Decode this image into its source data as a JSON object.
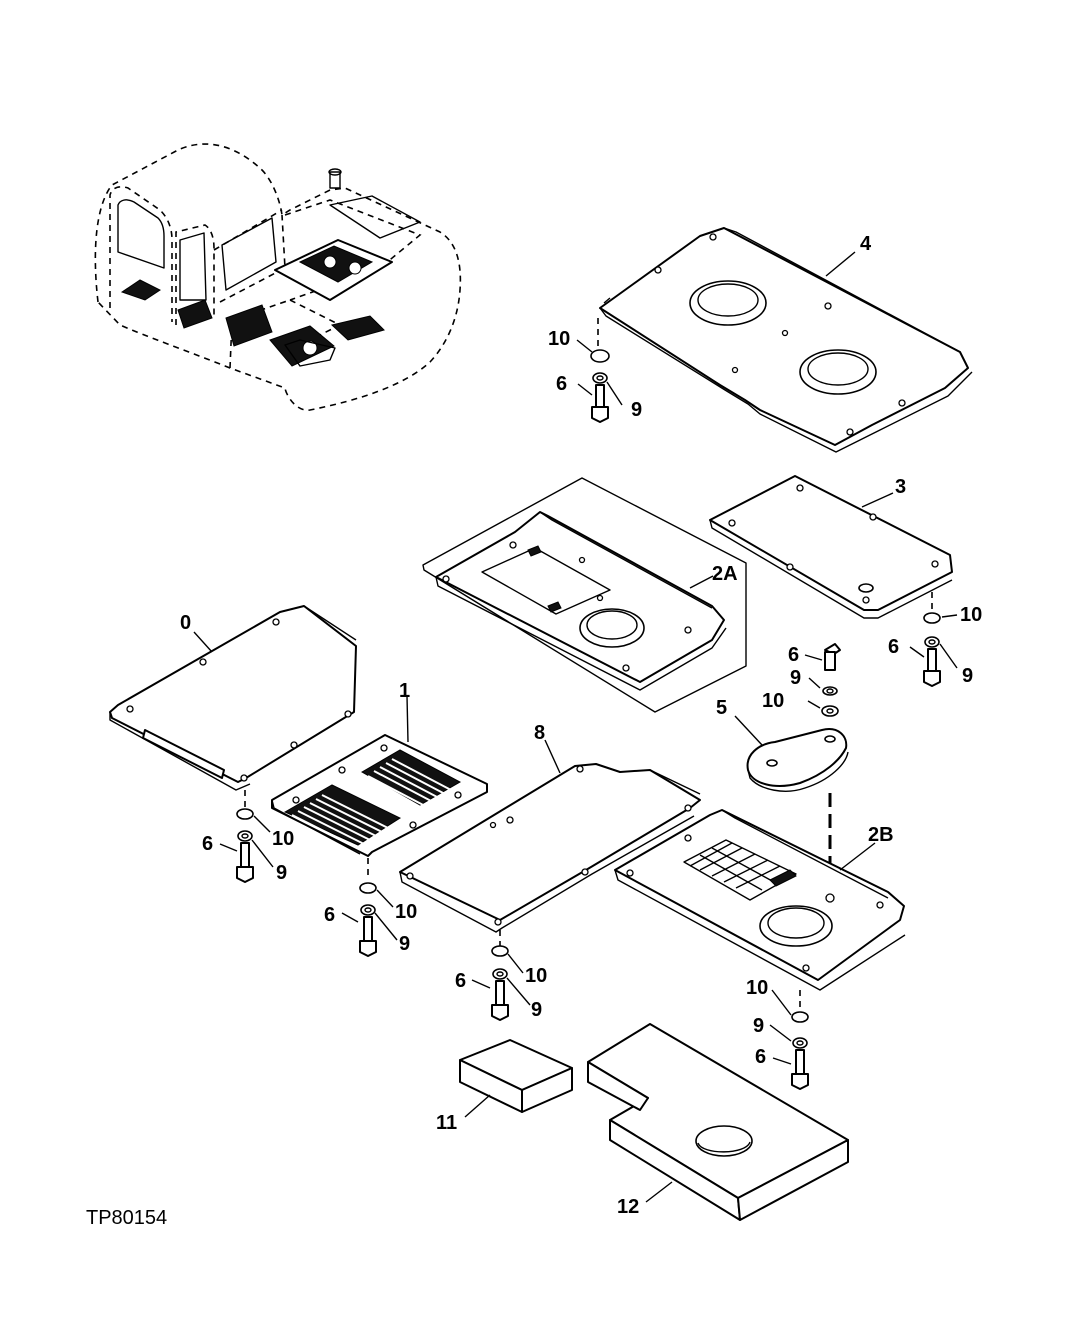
{
  "figure_code": "TP80154",
  "callouts": {
    "part_0": "0",
    "part_1": "1",
    "part_2a": "2A",
    "part_2b": "2B",
    "part_3": "3",
    "part_4": "4",
    "part_5": "5",
    "part_6": "6",
    "part_8": "8",
    "part_9": "9",
    "part_10": "10",
    "part_11": "11",
    "part_12": "12"
  }
}
